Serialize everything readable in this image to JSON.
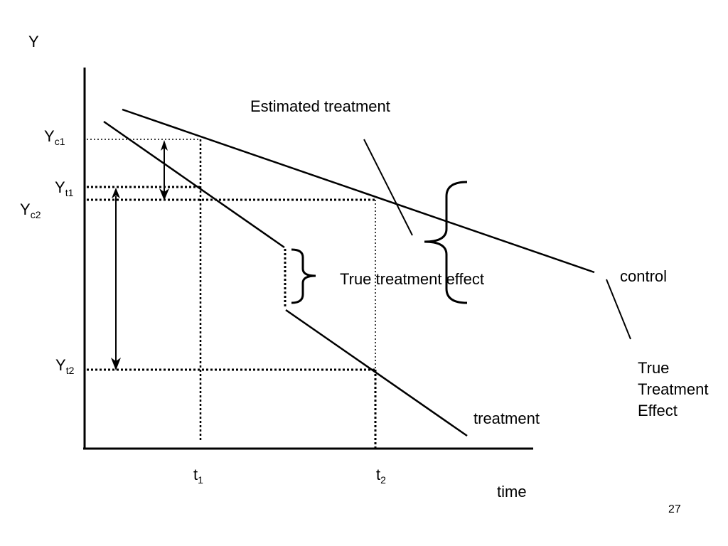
{
  "slide": {
    "page_number": "27"
  },
  "axes": {
    "y_axis_label": "Y",
    "x_axis_label": "time"
  },
  "ticks": {
    "y": [
      {
        "main": "Y",
        "sub": "c1"
      },
      {
        "main": "Y",
        "sub": "t1"
      },
      {
        "main": "Y",
        "sub": "c2"
      },
      {
        "main": "Y",
        "sub": "t2"
      }
    ],
    "x": [
      {
        "main": "t",
        "sub": "1"
      },
      {
        "main": "t",
        "sub": "2"
      }
    ]
  },
  "annotations": {
    "estimated_treatment": "Estimated treatment",
    "true_treatment_effect_inline": "True treatment effect",
    "control": "control",
    "treatment": "treatment",
    "true_treatment_effect_block": [
      "True",
      "Treatment",
      "Effect"
    ]
  },
  "colors": {
    "ink": "#000000",
    "background": "#ffffff"
  }
}
